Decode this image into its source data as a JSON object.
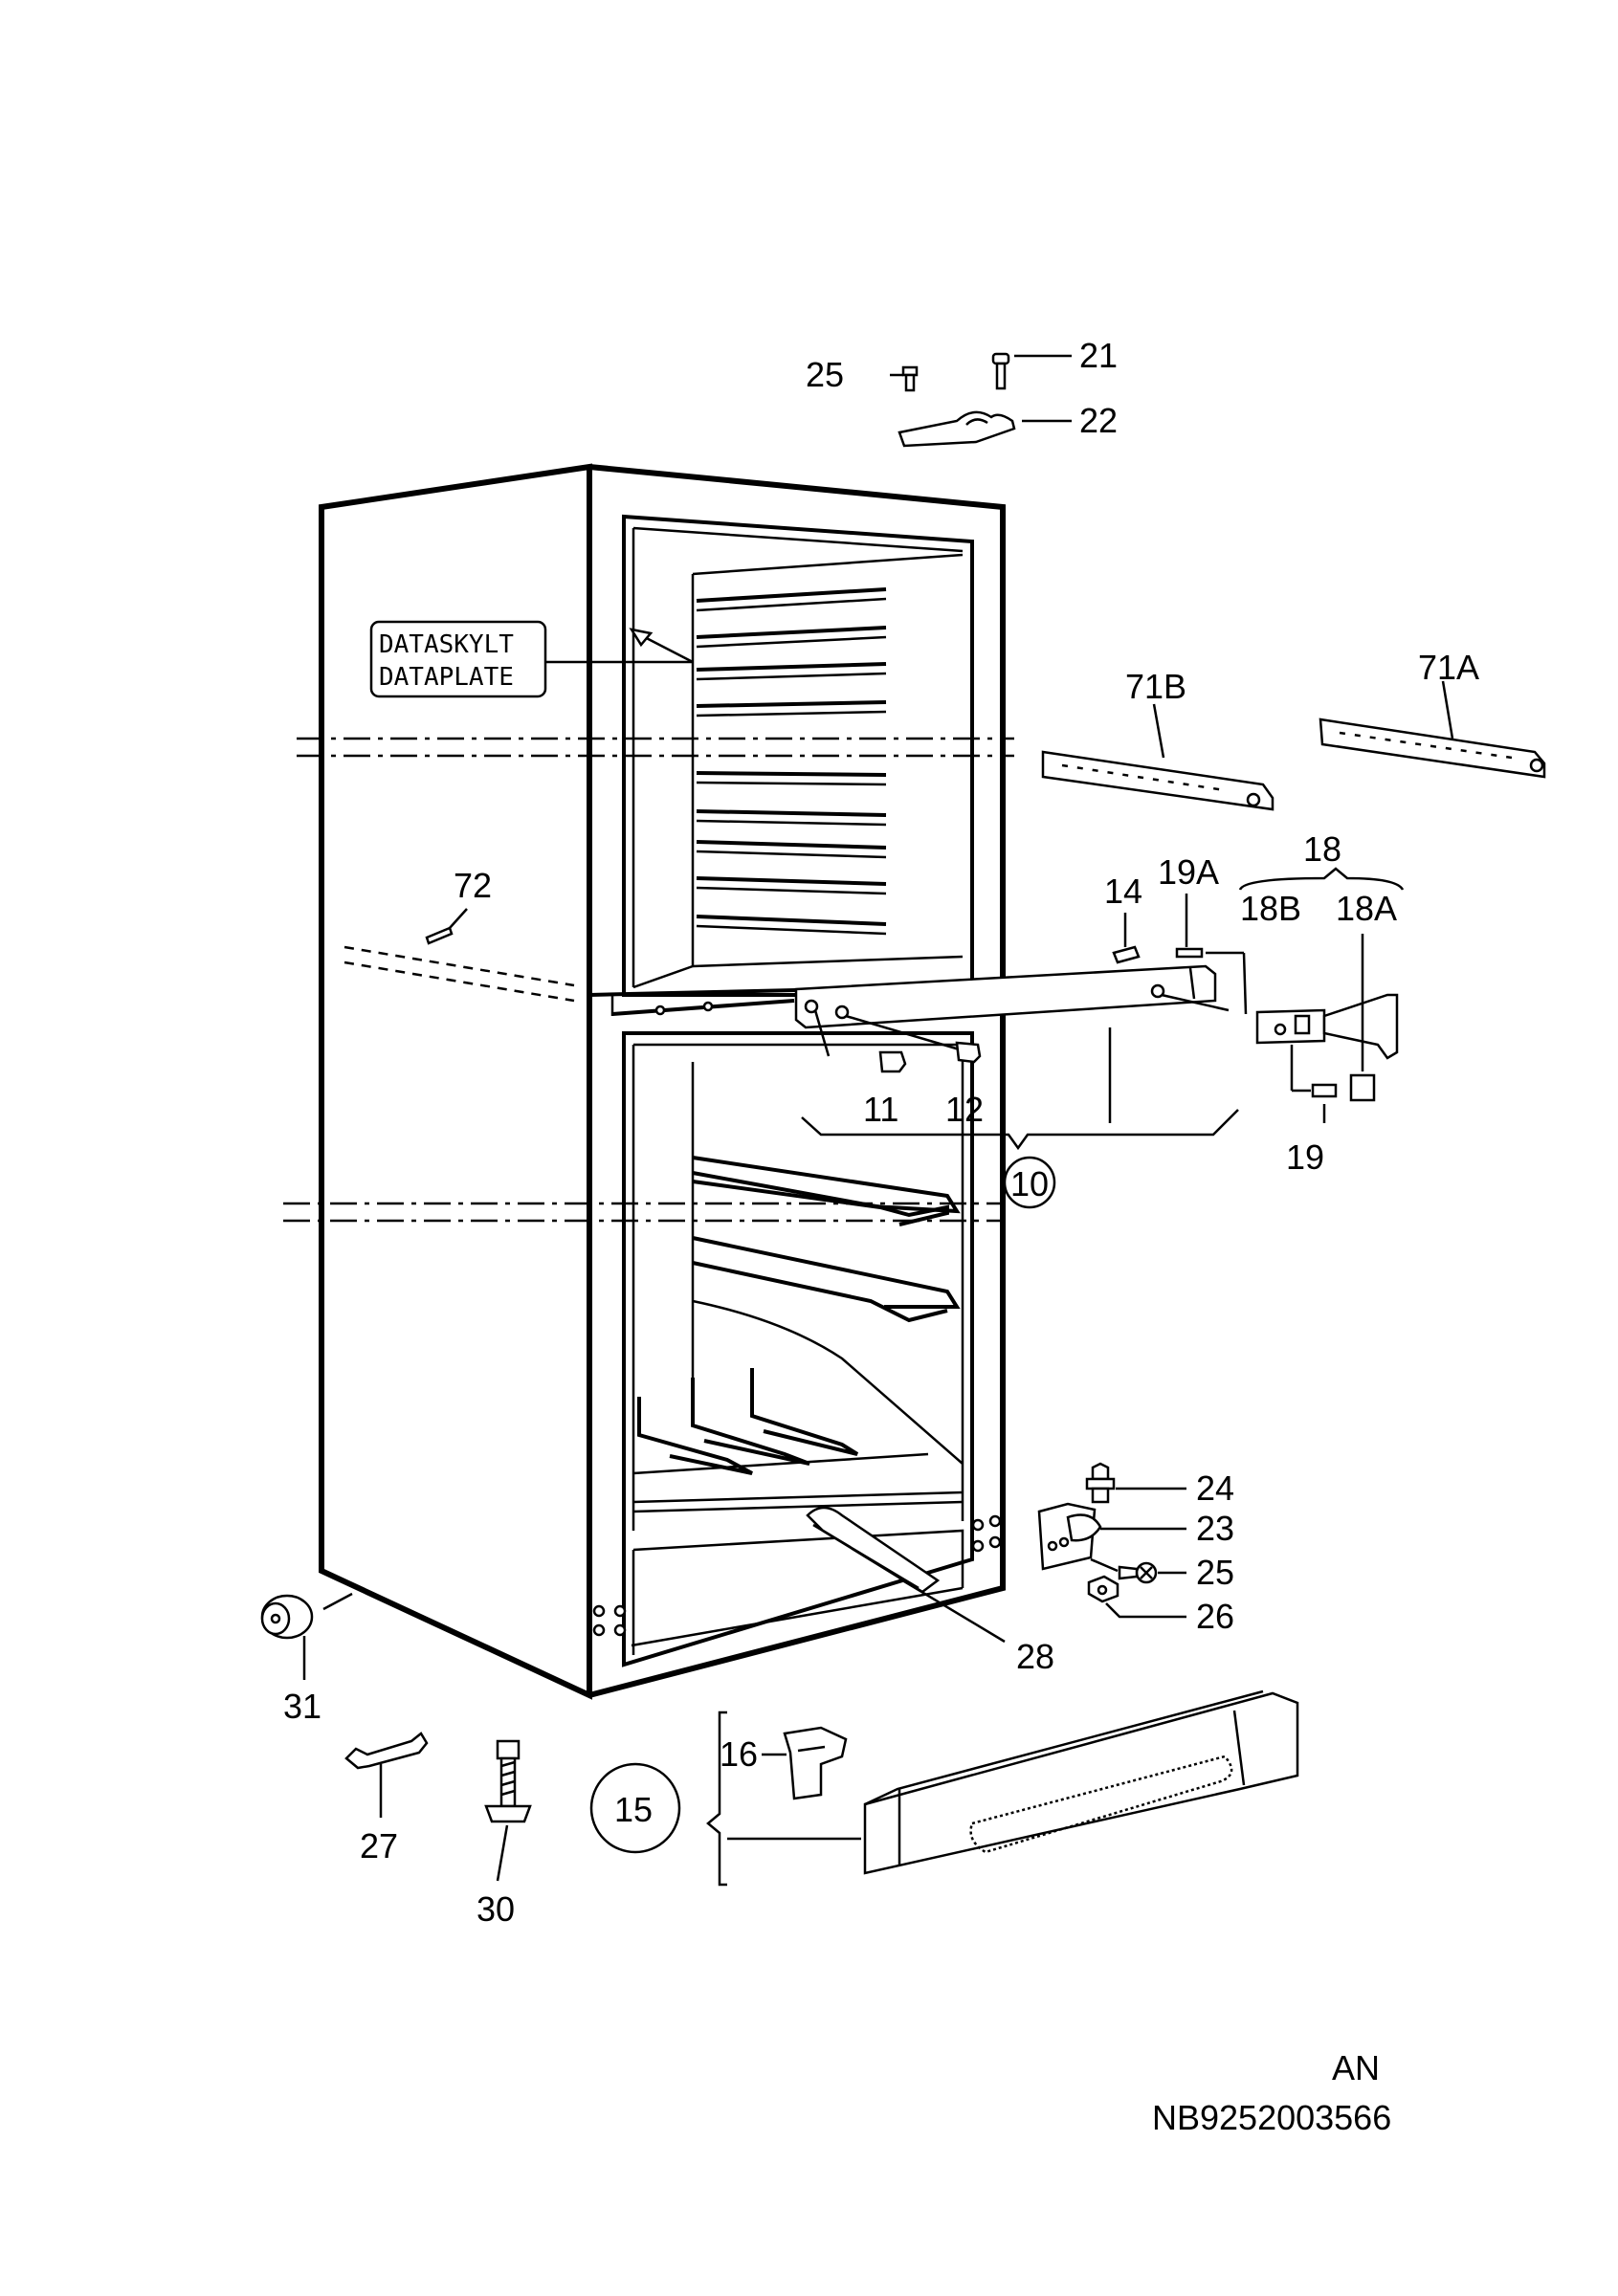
{
  "diagram": {
    "data_plate": {
      "line1": "DATASKYLT",
      "line2": "DATAPLATE"
    },
    "callouts": {
      "p21": "21",
      "p25_top": "25",
      "p22": "22",
      "p71B": "71B",
      "p71A": "71A",
      "p72": "72",
      "p18": "18",
      "p19A": "19A",
      "p14": "14",
      "p18B": "18B",
      "p18A": "18A",
      "p11": "11",
      "p12": "12",
      "p19": "19",
      "p10": "10",
      "p24": "24",
      "p23": "23",
      "p25_bottom": "25",
      "p26": "26",
      "p28": "28",
      "p31": "31",
      "p27": "27",
      "p30": "30",
      "p16": "16",
      "p15": "15"
    },
    "footer": {
      "variant": "AN",
      "code": "NB9252003566"
    }
  }
}
